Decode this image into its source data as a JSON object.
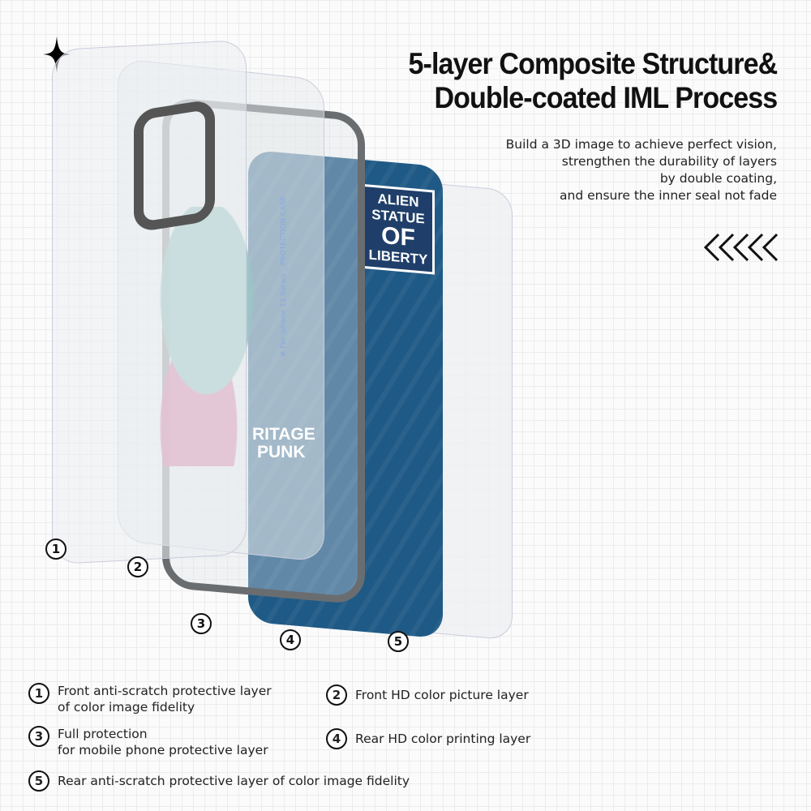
{
  "header": {
    "title_line1": "5-layer Composite Structure&",
    "title_line2": "Double-coated IML Process",
    "subtitle": [
      "Build a 3D image to achieve perfect vision,",
      "strengthen the durability of layers",
      "by double coating,",
      "and ensure the inner seal not fade"
    ]
  },
  "artwork": {
    "badge": [
      "ALIEN",
      "STATUE",
      "OF",
      "LIBERTY"
    ],
    "punk": [
      "RITAGE",
      "PUNK"
    ],
    "case_text": "# For iphone 13 Series _ PROTECTION CASE"
  },
  "layer_numbers": [
    "1",
    "2",
    "3",
    "4",
    "5"
  ],
  "legend": [
    {
      "num": "1",
      "text": [
        "Front anti-scratch protective layer",
        "of color image fidelity"
      ]
    },
    {
      "num": "2",
      "text": [
        "Front HD color picture layer"
      ]
    },
    {
      "num": "3",
      "text": [
        "Full protection",
        "for mobile phone protective layer"
      ]
    },
    {
      "num": "4",
      "text": [
        "Rear HD color printing layer"
      ]
    },
    {
      "num": "5",
      "text": [
        "Rear anti-scratch protective layer of color image fidelity"
      ]
    }
  ]
}
